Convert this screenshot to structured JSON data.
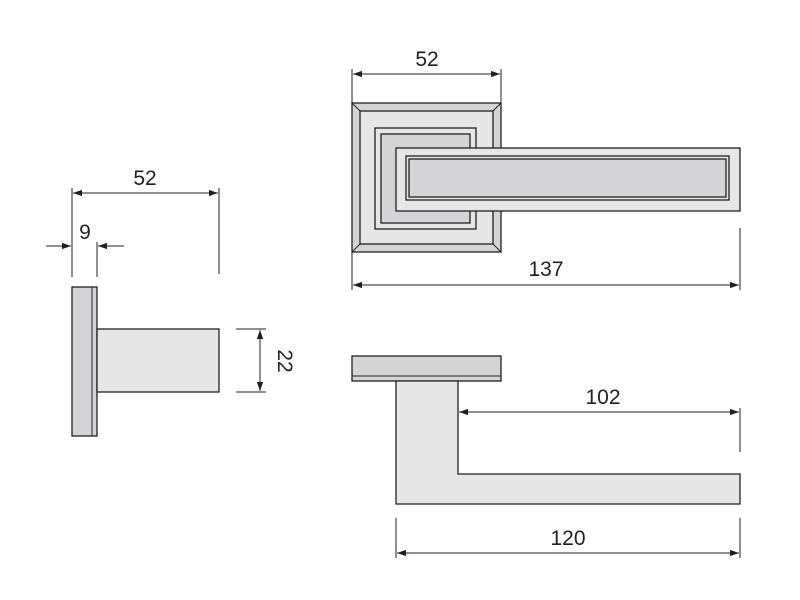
{
  "drawing": {
    "colors": {
      "line": "#231f20",
      "fill": "#e6e6e7",
      "fill_dark": "#d4d4d6",
      "background": "#ffffff"
    },
    "dimensions": {
      "top_rose_width": "52",
      "top_total_length": "137",
      "side_depth": "52",
      "side_rose_thickness": "9",
      "side_shaft_height": "22",
      "bottom_lever_reach": "102",
      "bottom_total_length": "120"
    }
  }
}
